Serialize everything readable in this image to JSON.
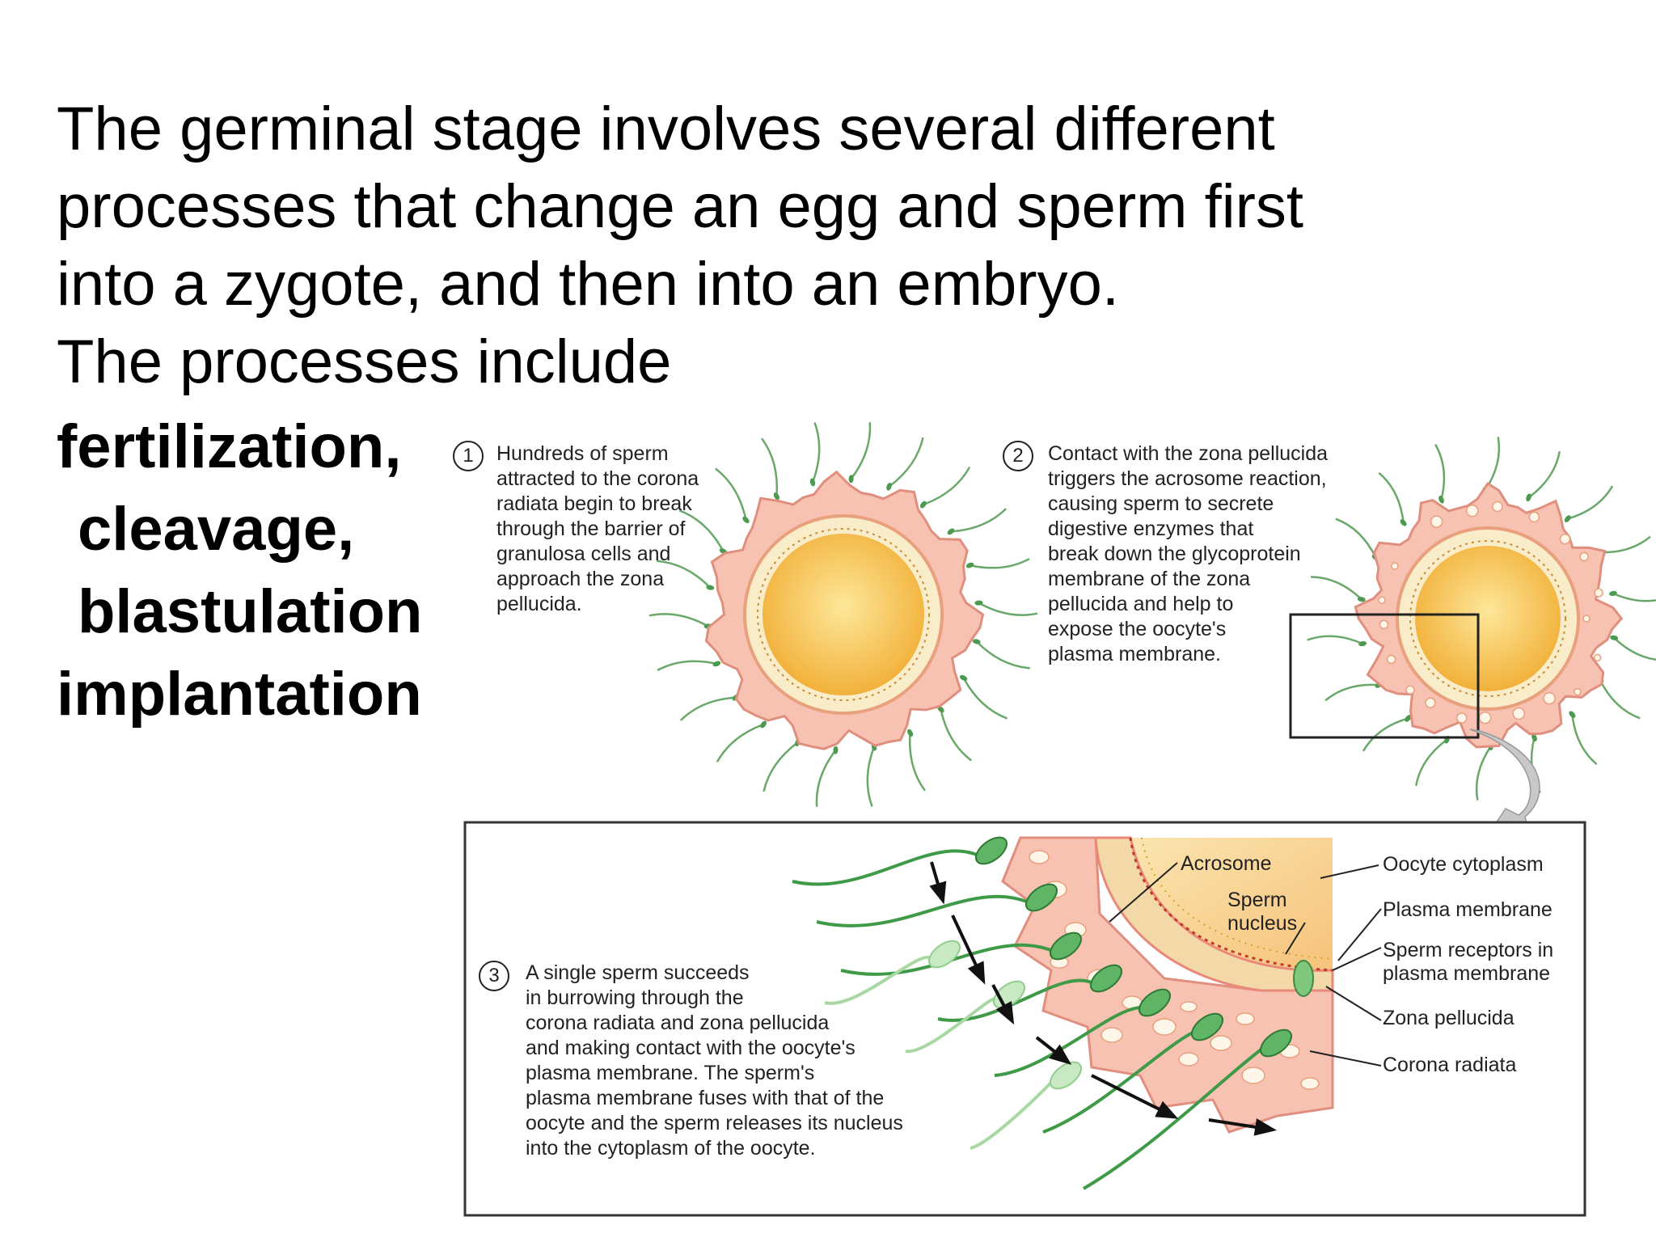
{
  "intro": {
    "lines": [
      "The germinal stage involves several different",
      "processes that change an egg and sperm first",
      "into a zygote, and then into an embryo.",
      "The processes include"
    ]
  },
  "terms": [
    "fertilization,",
    "cleavage,",
    "blastulation",
    "implantation"
  ],
  "panel1": {
    "number": "1",
    "lines": [
      "Hundreds of sperm",
      "attracted to the corona",
      "radiata begin to break",
      "through the barrier of",
      "granulosa cells and",
      "approach the zona",
      "pellucida."
    ]
  },
  "panel2": {
    "number": "2",
    "lines": [
      "Contact with the zona pellucida",
      "triggers the acrosome reaction,",
      "causing sperm to secrete",
      "digestive enzymes that",
      "break down the glycoprotein",
      "membrane of the zona",
      "pellucida and help to",
      "expose the oocyte's",
      "plasma membrane."
    ]
  },
  "panel3": {
    "number": "3",
    "lines": [
      "A single sperm succeeds",
      "in burrowing through the",
      "corona radiata and zona pellucida",
      "and making contact with the oocyte's",
      "plasma membrane. The sperm's",
      "plasma membrane fuses with that of the",
      "oocyte and the sperm releases its nucleus",
      "into the cytoplasm of the oocyte."
    ]
  },
  "labels": {
    "acrosome": "Acrosome",
    "sperm_nucleus_1": "Sperm",
    "sperm_nucleus_2": "nucleus",
    "oocyte_cytoplasm": "Oocyte cytoplasm",
    "plasma_membrane": "Plasma membrane",
    "sperm_receptors_1": "Sperm receptors in",
    "sperm_receptors_2": "plasma membrane",
    "zona_pellucida": "Zona pellucida",
    "corona_radiata": "Corona radiata"
  },
  "colors": {
    "cytoplasm": "#f6c24a",
    "zona": "#f7e9b8",
    "corona": "#f5b9a8",
    "corona_dark": "#e8897a",
    "sperm": "#3e9a47",
    "sperm_light": "#8fcf8a"
  }
}
